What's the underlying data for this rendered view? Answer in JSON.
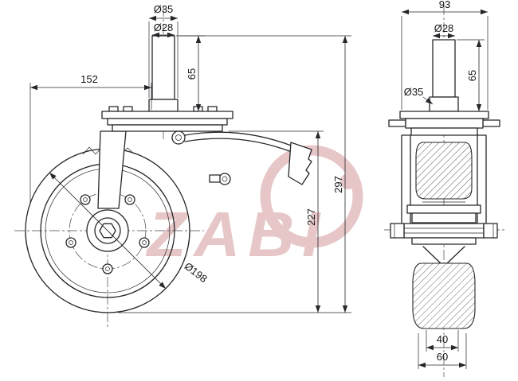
{
  "drawing": {
    "watermark": {
      "text": "ZABI"
    },
    "front_view": {
      "dim_stem_outer_dia": "Ø35",
      "dim_stem_dia": "Ø28",
      "dim_stem_height": "65",
      "dim_plate_offset": "152",
      "dim_total_height": "297",
      "dim_body_height": "227",
      "dim_wheel_dia": "Ø198"
    },
    "side_view": {
      "dim_overall_width": "93",
      "dim_stem_dia": "Ø28",
      "dim_stem_height": "65",
      "dim_stem_outer_dia": "Ø35",
      "dim_wheel_width": "40",
      "dim_hub_width": "60"
    },
    "colors": {
      "line": "#26262b",
      "watermark": "#cf8f8f"
    }
  }
}
